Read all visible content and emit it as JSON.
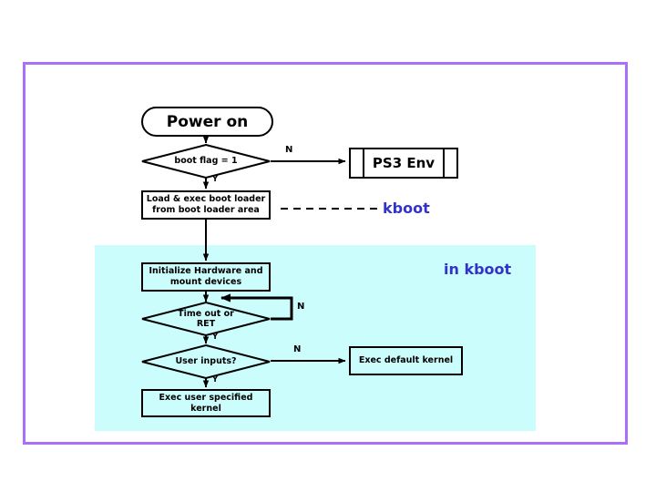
{
  "diagram": {
    "title_text_blue_1": "kboot",
    "title_text_blue_2": "in kboot",
    "colors": {
      "frame_border": "#a96ffa",
      "region_fill": "#ccfdfd",
      "accent_text": "#3333cc",
      "line": "#000000",
      "shape_fill": "#ffffff"
    },
    "nodes": {
      "power_on": "Power on",
      "boot_flag": "boot flag = 1",
      "load_exec_boot_loader": "Load & exec boot loader\nfrom boot loader area",
      "load_exec_boot_loader_line1": "Load & exec boot loader",
      "load_exec_boot_loader_line2": "from boot loader area",
      "ps3_env": "PS3 Env",
      "init_hardware_line1": "Initialize Hardware and",
      "init_hardware_line2": "mount devices",
      "timeout_or_ret_line1": "Time out or",
      "timeout_or_ret_line2": "RET",
      "user_inputs": "User inputs?",
      "exec_default_kernel": "Exec default kernel",
      "exec_user_specified_kernel": "Exec user specified kernel"
    },
    "edge_labels": {
      "boot_flag_no": "N",
      "boot_flag_yes": "Y",
      "timeout_no": "N",
      "timeout_yes": "Y",
      "user_inputs_no": "N",
      "user_inputs_yes": "Y"
    }
  }
}
